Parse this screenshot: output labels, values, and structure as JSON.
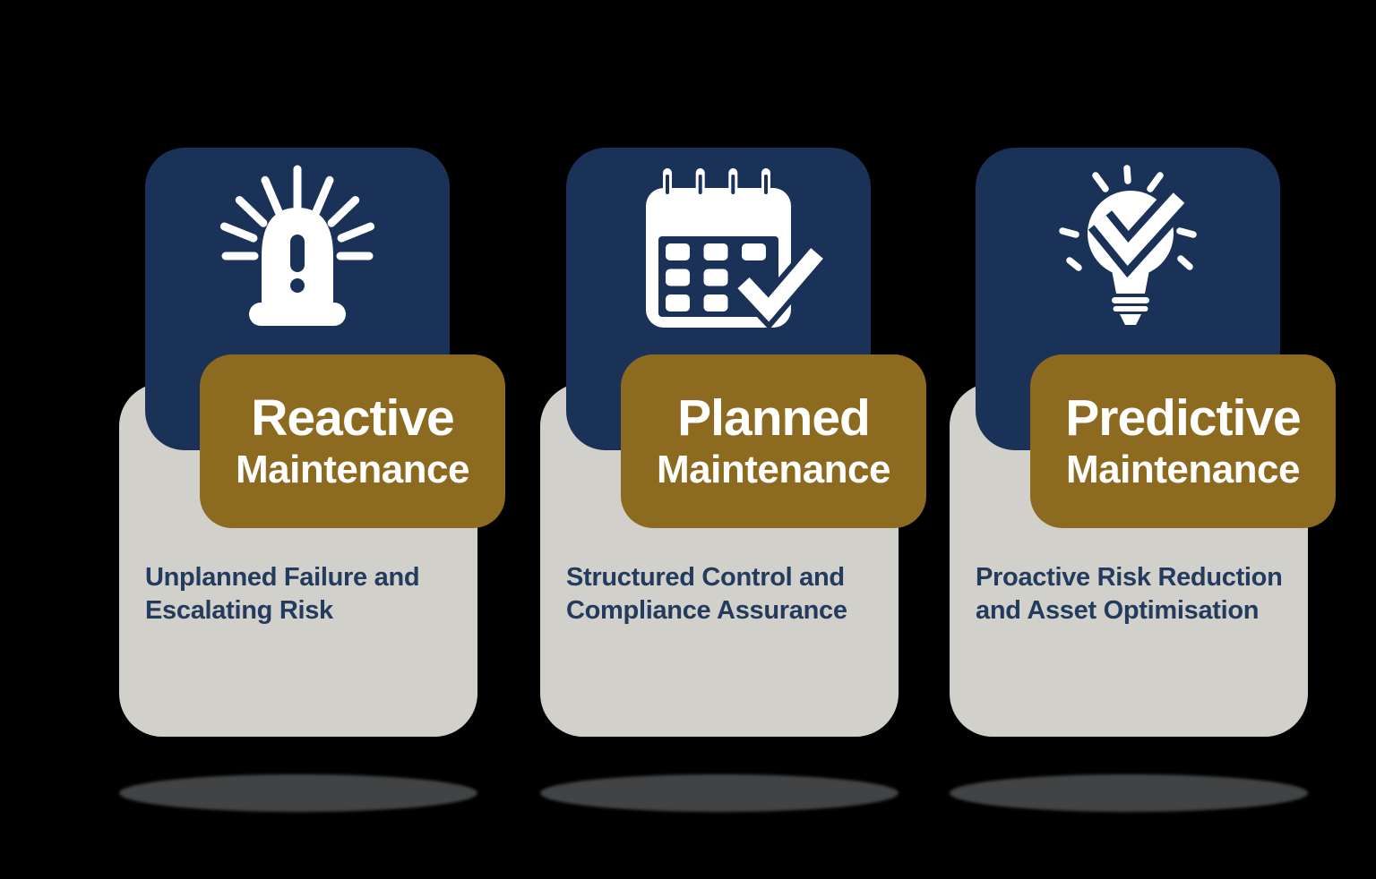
{
  "colors": {
    "background": "#000000",
    "tile_navy": "#1A3158",
    "badge_gold": "#8C6A1F",
    "panel_gray": "#D2D0CA",
    "shadow_gray": "#414345",
    "title_white": "#FFFFFF",
    "description_navy": "#233B5E"
  },
  "cards": [
    {
      "icon": "siren-alert-icon",
      "title": "Reactive",
      "subtitle": "Maintenance",
      "description_lines": [
        "Unplanned Failure and",
        "Escalating Risk"
      ]
    },
    {
      "icon": "calendar-check-icon",
      "title": "Planned",
      "subtitle": "Maintenance",
      "description_lines": [
        "Structured Control and",
        "Compliance Assurance"
      ]
    },
    {
      "icon": "lightbulb-check-icon",
      "title": "Predictive",
      "subtitle": "Maintenance",
      "description_lines": [
        "Proactive Risk Reduction",
        "and Asset Optimisation"
      ]
    }
  ]
}
